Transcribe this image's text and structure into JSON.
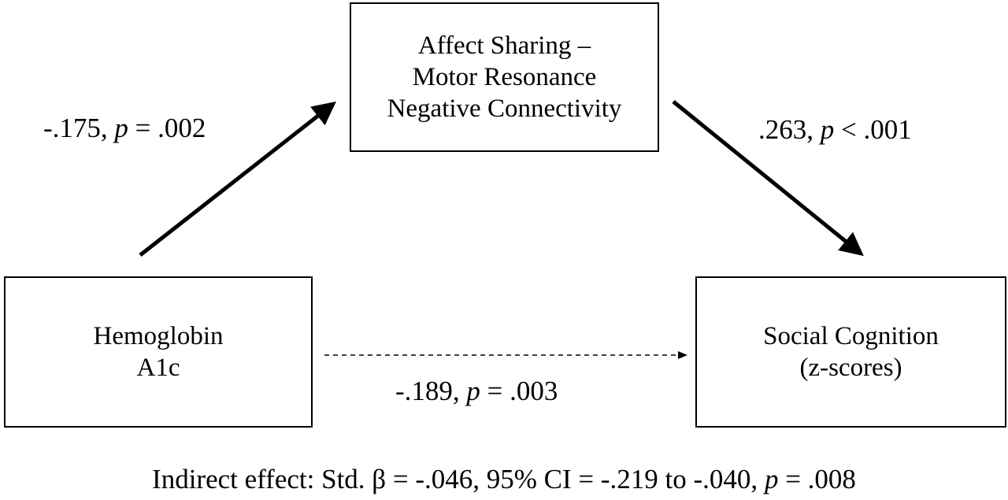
{
  "nodes": {
    "mediator": {
      "lines": [
        "Affect Sharing –",
        "Motor Resonance",
        "Negative Connectivity"
      ]
    },
    "predictor": {
      "lines": [
        "Hemoglobin",
        "A1c"
      ]
    },
    "outcome": {
      "lines": [
        "Social Cognition",
        "(z-scores)"
      ]
    }
  },
  "paths": {
    "a": {
      "coef": "-.175,",
      "p_symbol": "p",
      "p_value": " = .002"
    },
    "b": {
      "coef": ".263,",
      "p_symbol": "p",
      "p_value": " < .001"
    },
    "c": {
      "coef": "-.189,",
      "p_symbol": "p",
      "p_value": " = .003"
    }
  },
  "indirect_effect": {
    "text": "Indirect effect: Std. β = -.046, 95% CI = -.219 to -.040, ",
    "p_symbol": "p",
    "p_value": " = .008"
  },
  "colors": {
    "stroke": "#000000",
    "background": "#ffffff"
  }
}
